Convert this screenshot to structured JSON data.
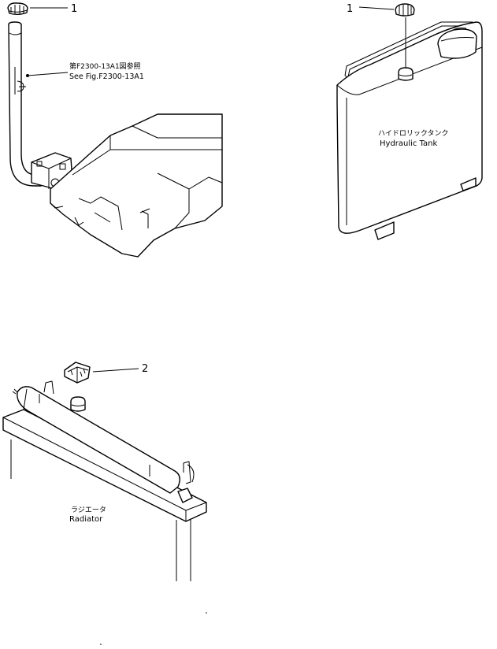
{
  "callouts": {
    "top_left_index": "1",
    "top_right_index": "1",
    "bottom_index": "2"
  },
  "labels": {
    "see_fig_jp": "第F2300-13A1図参照",
    "see_fig_en": "See Fig.F2300-13A1",
    "tank_jp": "ハイドロリックタンク",
    "tank_en": "Hydraulic  Tank",
    "radiator_jp": "ラジエータ",
    "radiator_en": "Radiator"
  },
  "icons": {
    "cap": "breather-cap-icon",
    "cap_large": "radiator-cap-icon"
  },
  "colors": {
    "ink": "#000000",
    "paper": "#ffffff"
  }
}
